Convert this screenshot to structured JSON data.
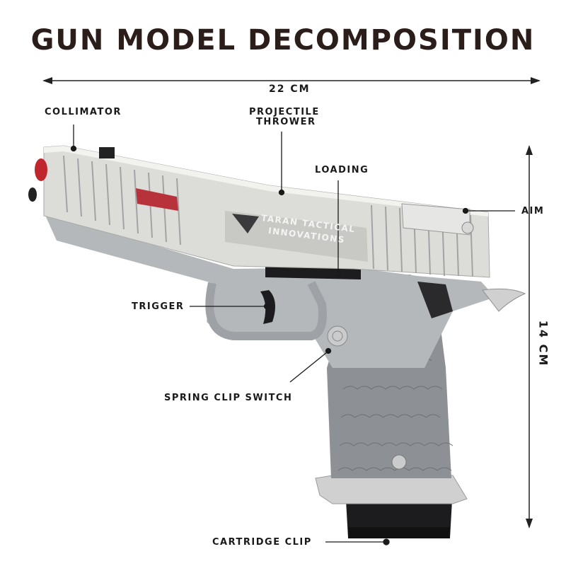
{
  "title": "GUN MODEL DECOMPOSITION",
  "dimensions": {
    "width": "22 CM",
    "height": "14 CM"
  },
  "labels": {
    "collimator": "COLLIMATOR",
    "projectile_line1": "PROJECTILE",
    "projectile_line2": "THROWER",
    "loading": "LOADING",
    "aim": "AIM",
    "trigger": "TRIGGER",
    "spring_clip_switch": "SPRING CLIP SWITCH",
    "cartridge_clip": "CARTRIDGE CLIP"
  },
  "engraving": {
    "line1": "TARAN TACTICAL",
    "line2": "INNOVATIONS"
  },
  "colors": {
    "slide": "#dcdcd8",
    "frame": "#b5b8bb",
    "grip": "#8d9095",
    "barrel_tip": "#c0262d",
    "text": "#1a1a1a"
  }
}
